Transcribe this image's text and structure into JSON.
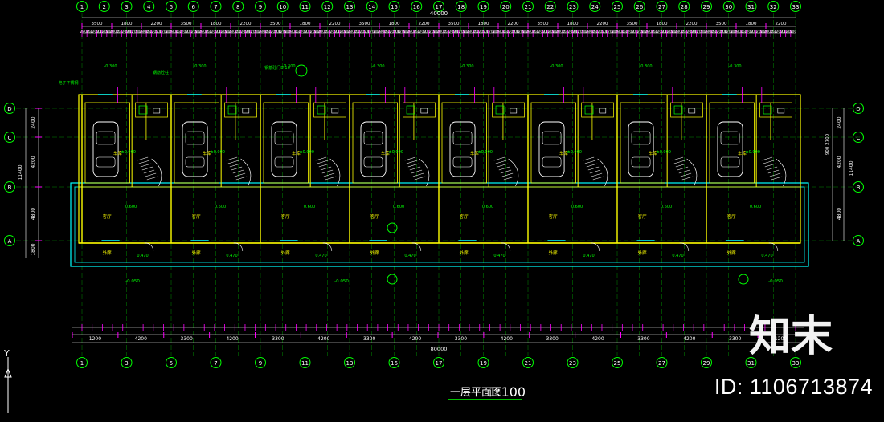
{
  "drawing": {
    "title": "一层平面图",
    "scale": "1:100",
    "top_axes": [
      "1",
      "2",
      "3",
      "4",
      "5",
      "6",
      "7",
      "8",
      "9",
      "10",
      "11",
      "12",
      "13",
      "14",
      "15",
      "16",
      "17",
      "18",
      "19",
      "20",
      "21",
      "22",
      "23",
      "24",
      "25",
      "26",
      "27",
      "28",
      "29",
      "30",
      "31",
      "32",
      "33"
    ],
    "bottom_axes": [
      "1",
      "3",
      "5",
      "7",
      "9",
      "11",
      "13",
      "16",
      "17",
      "19",
      "21",
      "23",
      "25",
      "27",
      "29",
      "31",
      "33"
    ],
    "row_axes": [
      "D",
      "C",
      "B",
      "A"
    ],
    "overall_dim_top": "40000",
    "overall_dim_bottom": "80000",
    "top_dims": [
      "3500",
      "1800",
      "2200",
      "3500",
      "1800",
      "2200",
      "3500",
      "1800",
      "2200",
      "3500",
      "1800",
      "2200",
      "3500",
      "1800",
      "2200",
      "3500",
      "1800",
      "2200",
      "3500",
      "1800",
      "2200",
      "3500",
      "1800",
      "2200"
    ],
    "top_sub_dims": [
      "2800",
      "350",
      "1200",
      "500",
      "1200",
      "500"
    ],
    "bottom_dims": [
      "1200",
      "4200",
      "3300",
      "4200",
      "3300",
      "4200",
      "3300",
      "4200",
      "3300",
      "4200",
      "3300",
      "4200",
      "3300",
      "4200",
      "3300",
      "1200"
    ],
    "left_dims": [
      "2400",
      "4200",
      "4800",
      "1800"
    ],
    "left_total": "11400",
    "right_dims": [
      "2400",
      "4200",
      "4800"
    ],
    "right_total": "11400",
    "right_extra": "900 2700",
    "rooms": {
      "garage": "车库",
      "living": "客厅",
      "outside": "外廊"
    },
    "levels": {
      "level_m030": "-0.300",
      "level_000": "±0.000",
      "level_0600": "0.600",
      "level_0470": "0.470",
      "level_m0050": "-0.050"
    },
    "notes": {
      "note1": "电子不锈钢",
      "note2": "钢筋砼柱",
      "note3": "钢筋砼门B-16"
    },
    "units": 8,
    "north_arrow": "Y"
  },
  "watermark": {
    "logo": "知末",
    "id_text": "ID: 1106713874"
  },
  "colors": {
    "background": "#000000",
    "axis_line": "#00ff00",
    "dim": "#ffffff",
    "dim_tick": "#ff00ff",
    "wall": "#ffff00",
    "outline": "#00ffff",
    "text_yellow": "#ffff00",
    "text_green": "#00ff00"
  }
}
